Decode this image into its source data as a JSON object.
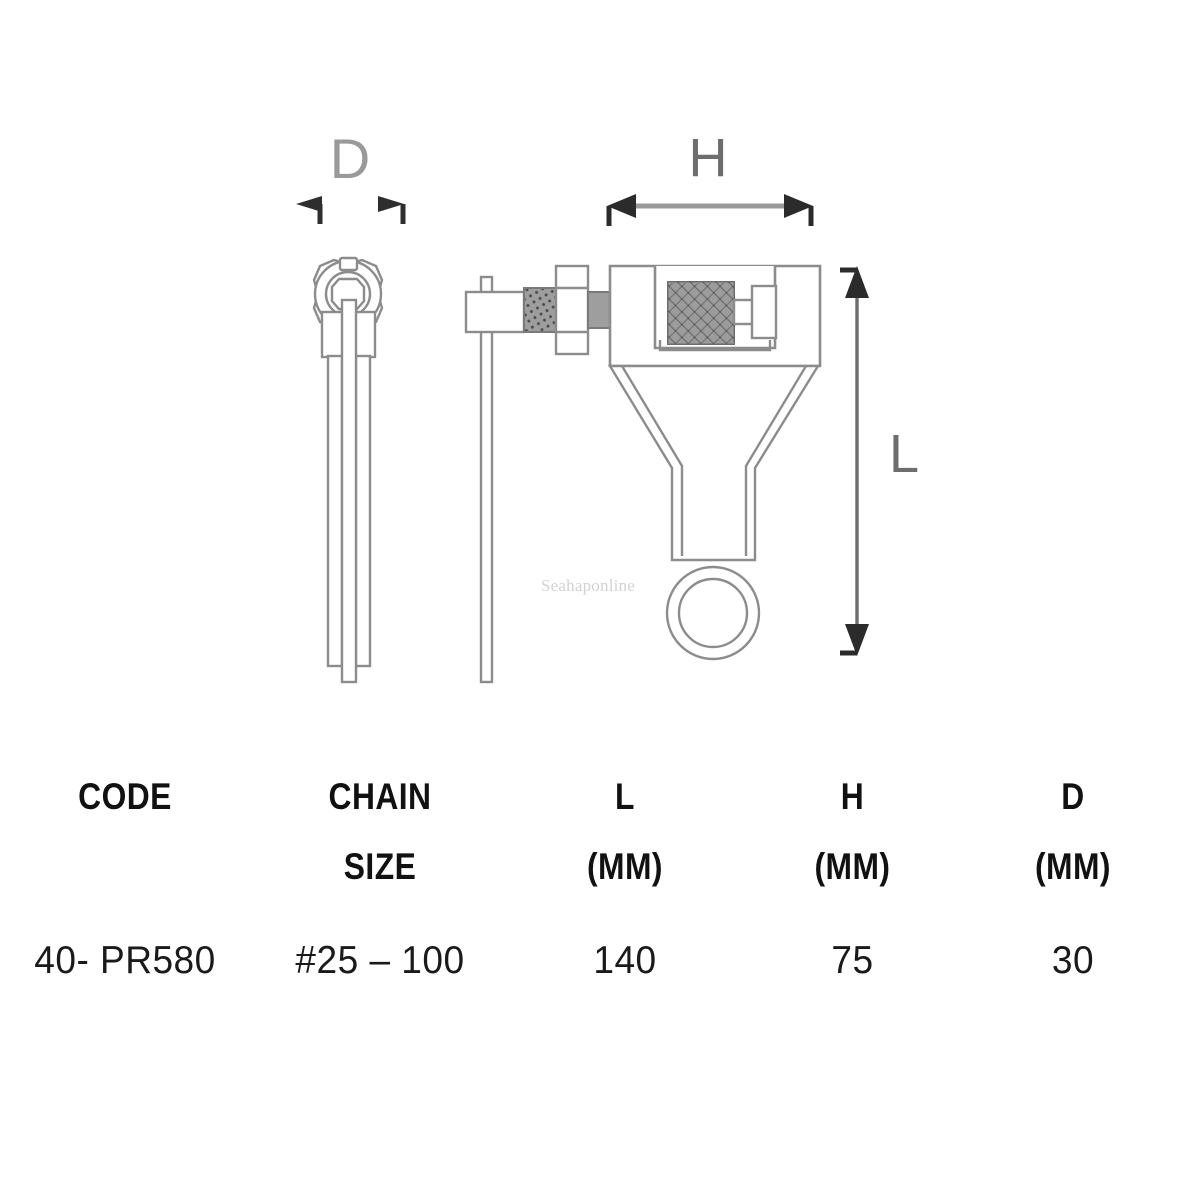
{
  "drawing": {
    "title": "chain-breaker-tool-technical-drawing",
    "dimension_labels": [
      {
        "key": "D",
        "text": "D",
        "view": "end-view",
        "color": "#9a9a9a"
      },
      {
        "key": "H",
        "text": "H",
        "view": "side-view",
        "color": "#6d6d6d"
      },
      {
        "key": "L",
        "text": "L",
        "view": "side-view",
        "color": "#6d6d6d"
      }
    ],
    "watermark": "Seahaponline",
    "line_color": "#8c8c8c",
    "hatch_color": "#6b6b6b",
    "arrow_color": "#3a3a3a"
  },
  "table": {
    "headers": [
      {
        "line1": "CODE",
        "line2": ""
      },
      {
        "line1": "CHAIN",
        "line2": "SIZE"
      },
      {
        "line1": "L",
        "line2": "(MM)"
      },
      {
        "line1": "H",
        "line2": "(MM)"
      },
      {
        "line1": "D",
        "line2": "(MM)"
      }
    ],
    "rows": [
      {
        "code": "40- PR580",
        "chain_size": "#25 – 100",
        "l_mm": "140",
        "h_mm": "75",
        "d_mm": "30"
      }
    ]
  }
}
